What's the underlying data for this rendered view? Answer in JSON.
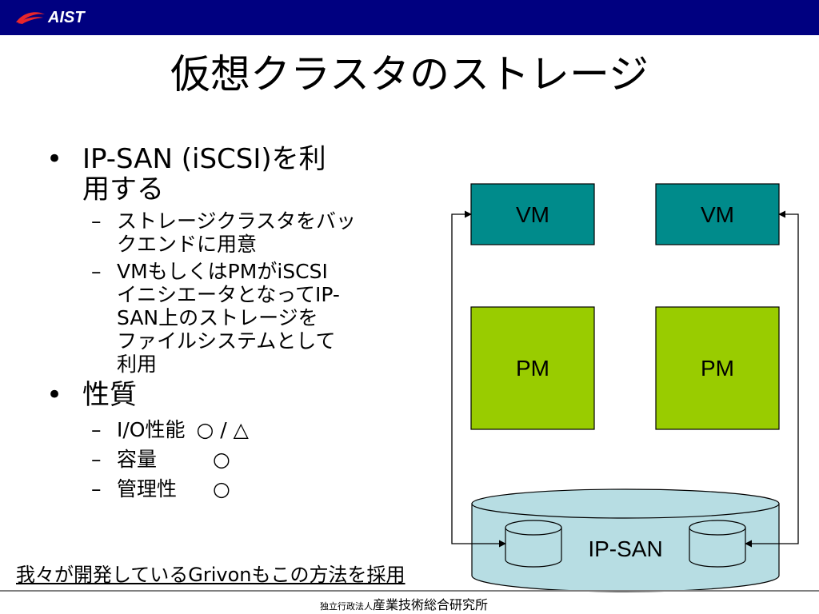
{
  "header": {
    "logo_text": "AIST"
  },
  "slide": {
    "title": "仮想クラスタのストレージ",
    "bullets": [
      {
        "mark": "•",
        "lines": [
          "IP-SAN (iSCSI)を利",
          "用する"
        ],
        "sub": [
          {
            "mark": "–",
            "lines": [
              "ストレージクラスタをバッ",
              "クエンドに用意"
            ]
          },
          {
            "mark": "–",
            "lines": [
              "VMもしくはPMがiSCSI",
              "イニシエータとなってIP-",
              "SAN上のストレージを",
              "ファイルシステムとして",
              "利用"
            ]
          }
        ]
      },
      {
        "mark": "•",
        "lines": [
          "性質"
        ],
        "sub": [
          {
            "mark": "–",
            "label": "I/O性能",
            "value": "○ / △"
          },
          {
            "mark": "–",
            "label": "容量",
            "value": "○"
          },
          {
            "mark": "–",
            "label": "管理性",
            "value": "○"
          }
        ]
      }
    ],
    "note": "我々が開発しているGrivonもこの方法を採用",
    "footer": {
      "org_prefix": "独立行政法人",
      "org_name": "産業技術総合研究所"
    }
  },
  "diagram": {
    "vm_left": "VM",
    "vm_right": "VM",
    "pm_left": "PM",
    "pm_right": "PM",
    "storage_label": "IP-SAN",
    "colors": {
      "vm": "#008b8b",
      "pm": "#99cc00",
      "storage": "#b7dde3"
    }
  }
}
